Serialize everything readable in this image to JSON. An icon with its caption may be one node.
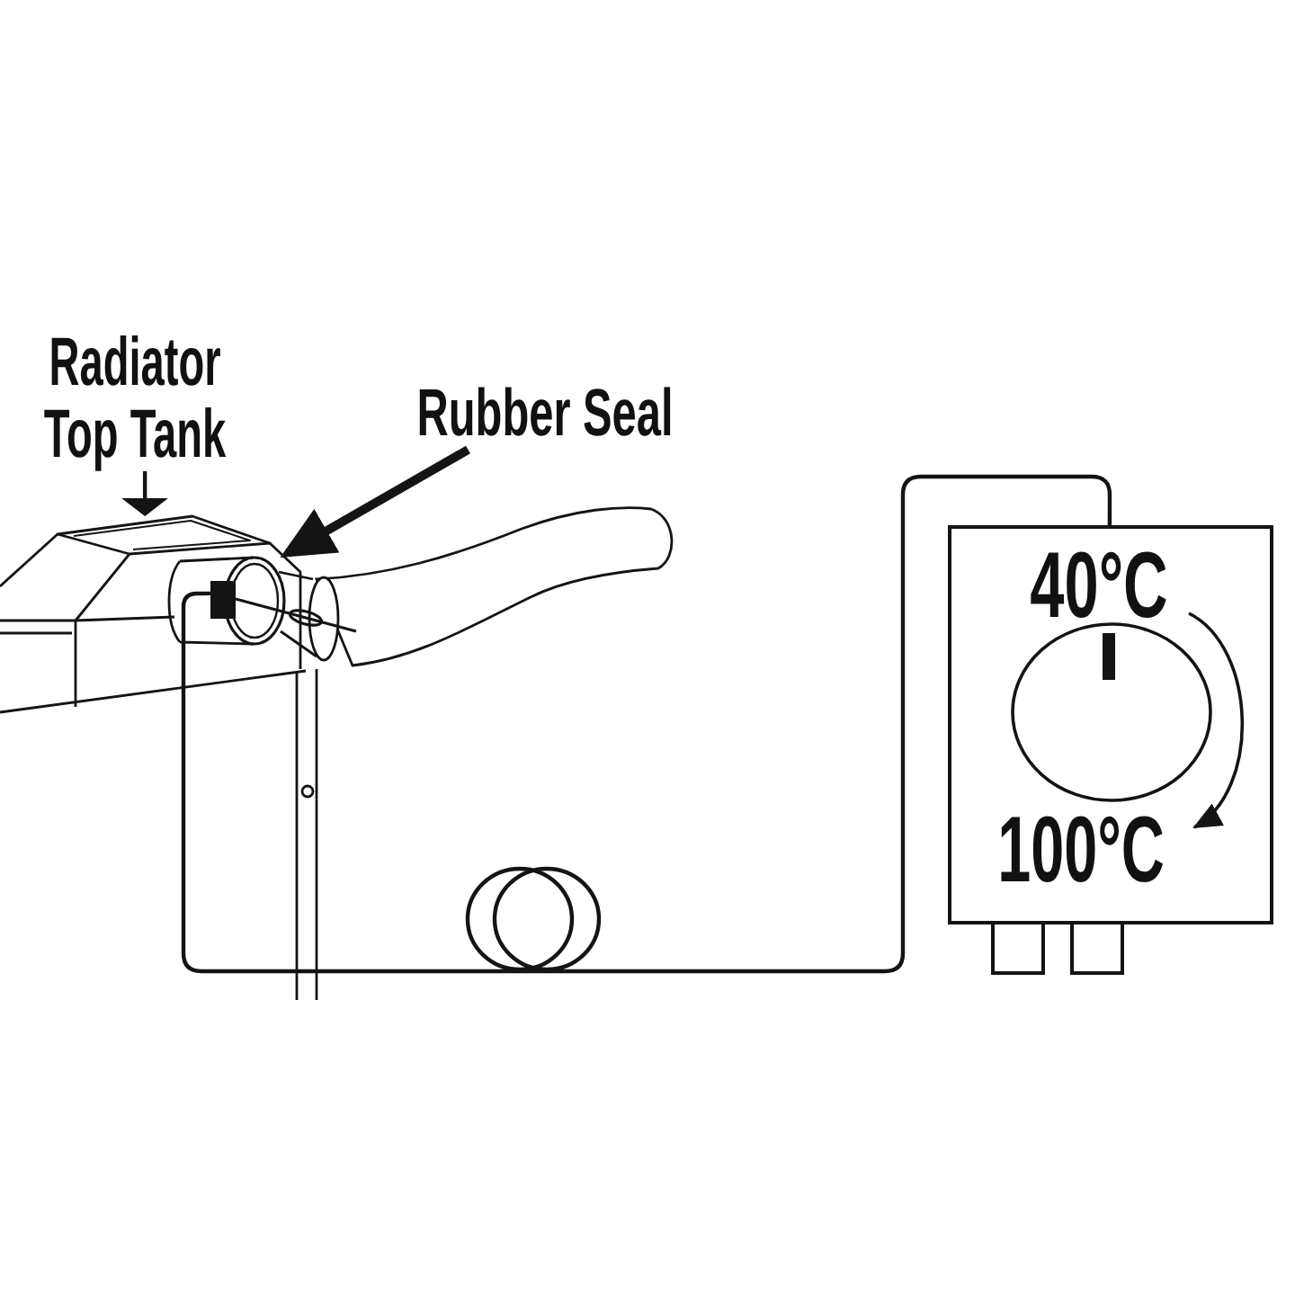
{
  "diagram": {
    "nodes": [
      {
        "text": [
          "Radiator Top Tank"
        ]
      },
      {
        "text": [],
        "shape": "picture"
      },
      {
        "text": [
          "Rubber Seal"
        ]
      },
      {
        "text": [],
        "shape": "circle"
      },
      {
        "text": [],
        "shape": "box"
      },
      {
        "text": [
          "40°C",
          "100°C"
        ]
      }
    ],
    "edges": [
      {
        "from": 0,
        "to": 1,
        "arrow": "to"
      },
      {
        "from": 2,
        "to": 3,
        "arrow": "to",
        "style": "thick"
      },
      {
        "from": 4,
        "to": 5,
        "arrow": "none"
      }
    ]
  }
}
